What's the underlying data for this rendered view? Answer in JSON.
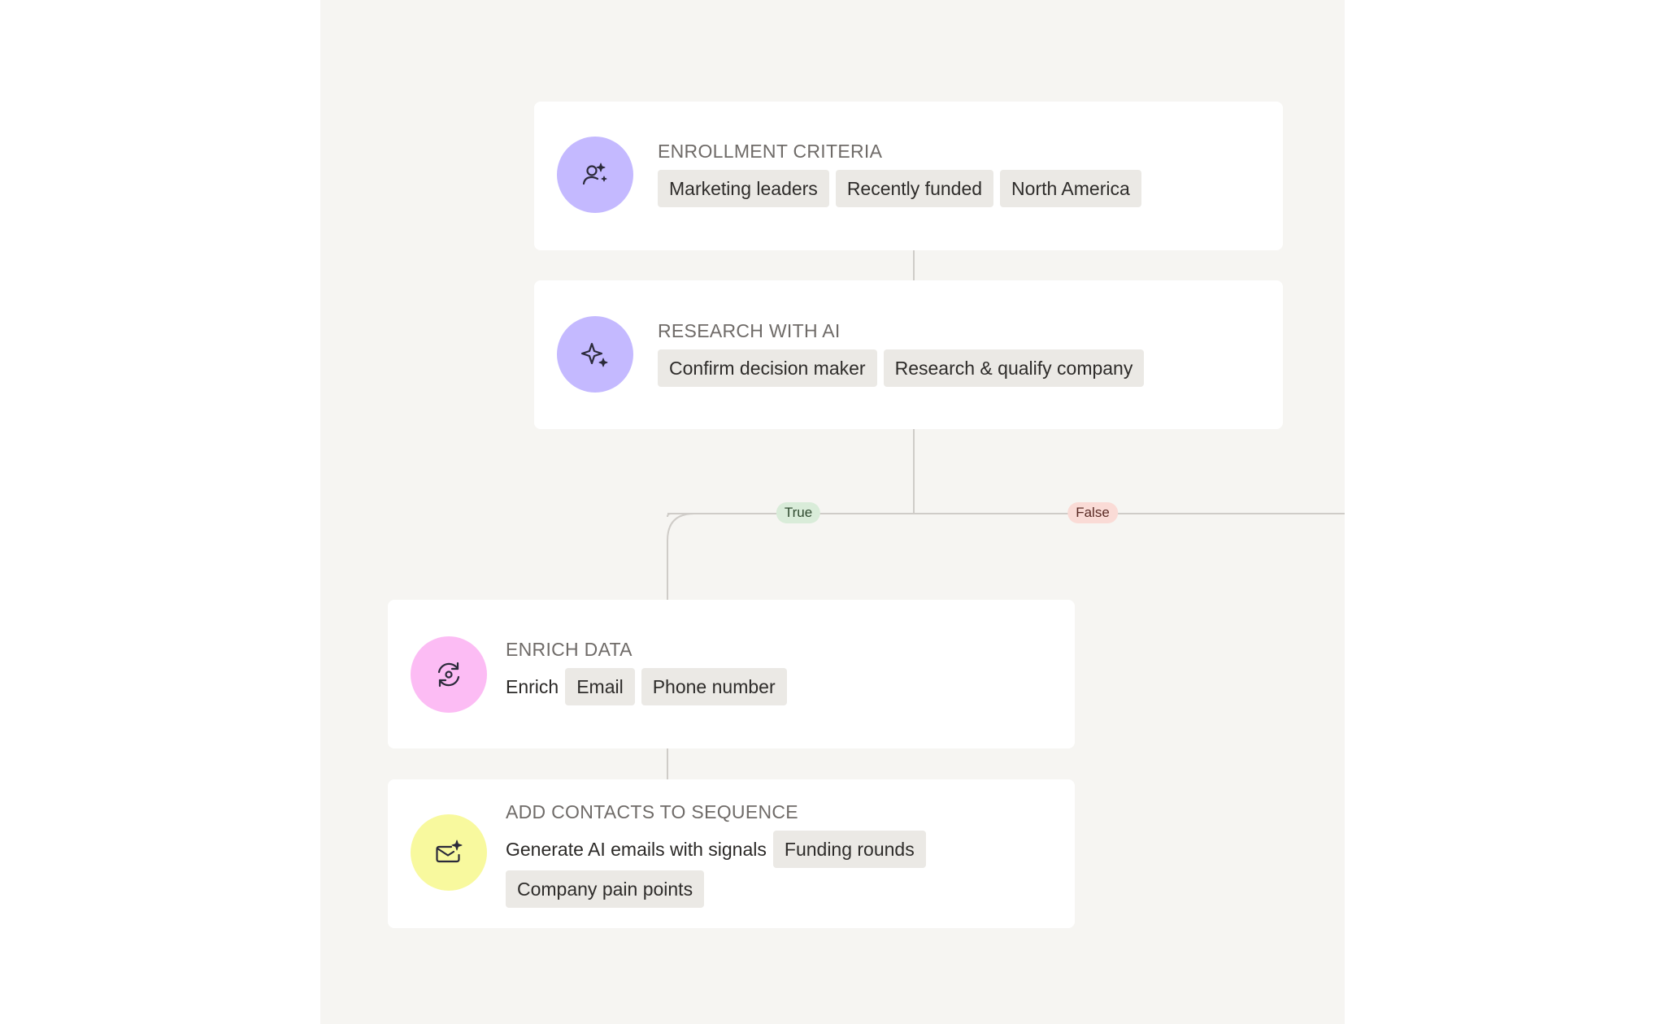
{
  "colors": {
    "canvas_bg": "#f6f5f2",
    "purple_icon_bg": "#c4b9ff",
    "pink_icon_bg": "#fcbcf4",
    "yellow_icon_bg": "#f8f99e",
    "chip_bg": "#ebe9e5",
    "true_badge_bg": "#d9ecd9",
    "false_badge_bg": "#fadbd6",
    "connector": "#cfccc8"
  },
  "steps": {
    "enrollment": {
      "icon": "person-sparkle-icon",
      "title": "ENROLLMENT CRITERIA",
      "chips": [
        "Marketing leaders",
        "Recently funded",
        "North America"
      ]
    },
    "research": {
      "icon": "sparkles-icon",
      "title": "RESEARCH WITH AI",
      "chips": [
        "Confirm decision maker",
        "Research & qualify company"
      ]
    },
    "enrich": {
      "icon": "refresh-eye-icon",
      "title": "ENRICH DATA",
      "lead_text": "Enrich",
      "chips": [
        "Email",
        "Phone number"
      ]
    },
    "sequence": {
      "icon": "mail-sparkle-icon",
      "title": "ADD CONTACTS TO SEQUENCE",
      "lead_text": "Generate AI emails with signals",
      "chips": [
        "Funding rounds",
        "Company pain points"
      ]
    }
  },
  "branches": {
    "true_label": "True",
    "false_label": "False"
  }
}
